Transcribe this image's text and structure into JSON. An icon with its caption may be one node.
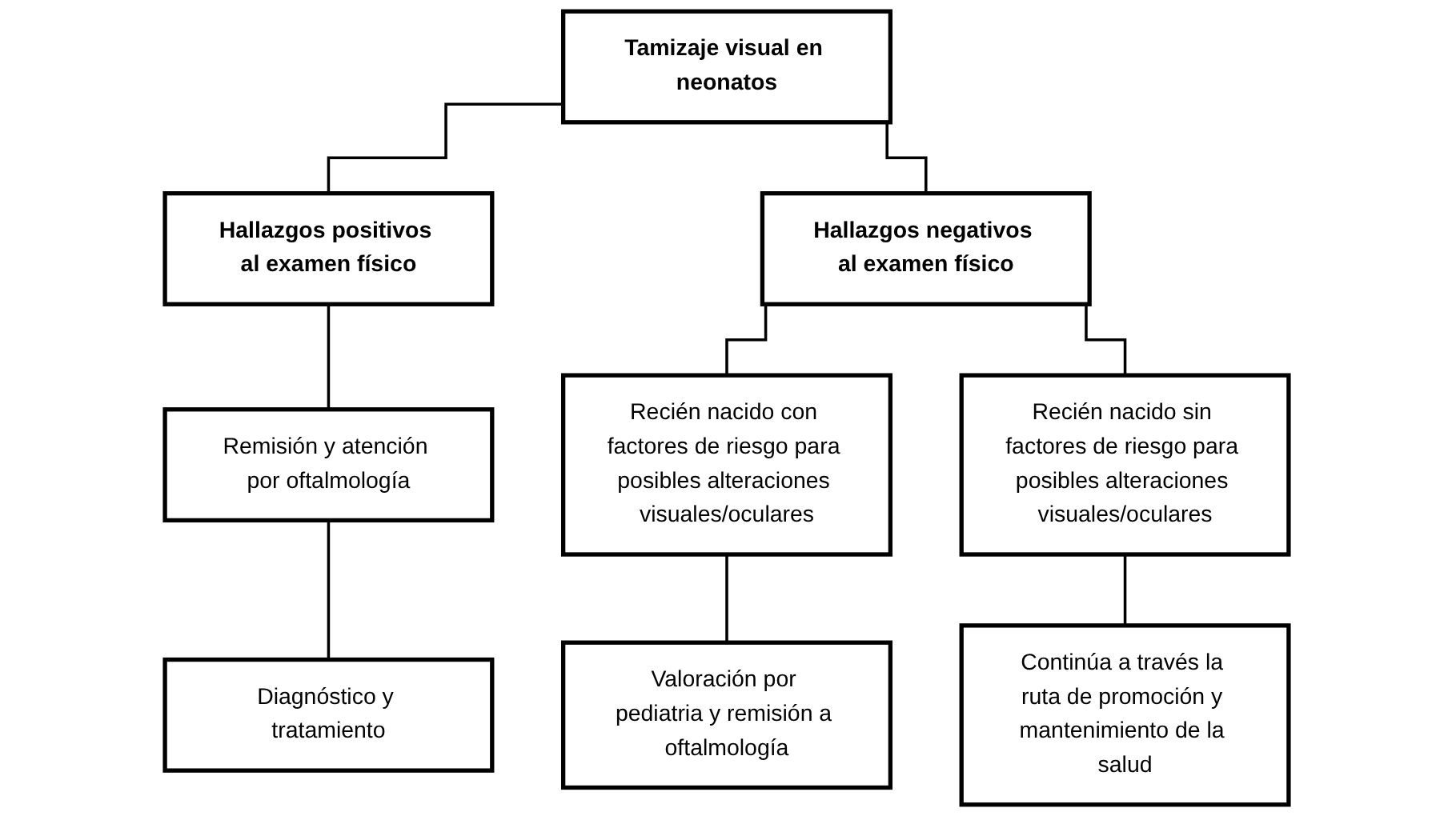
{
  "diagram": {
    "nodes": [
      {
        "text": [
          "Tamizaje visual en neonatos"
        ]
      },
      {
        "text": [
          "Hallazgos positivos al examen físico"
        ]
      },
      {
        "text": [
          "Hallazgos negativos al examen físico"
        ]
      },
      {
        "text": [
          "Remisión y atención por oftalmología"
        ]
      },
      {
        "text": [
          "Diagnóstico y tratamiento"
        ]
      },
      {
        "text": [
          "Recién nacido con factores de riesgo para posibles alteraciones visuales/oculares"
        ]
      },
      {
        "text": [
          "Recién nacido sin factores de riesgo para posibles alteraciones visuales/oculares"
        ]
      },
      {
        "text": [
          "Valoración por pediatria y remisión a oftalmología"
        ]
      },
      {
        "text": [
          "Continúa a través la ruta de promoción y mantenimiento de la salud"
        ]
      }
    ],
    "edges": [
      {
        "from": 0,
        "to": 1,
        "arrow": "none"
      },
      {
        "from": 0,
        "to": 2,
        "arrow": "none"
      },
      {
        "from": 1,
        "to": 3,
        "arrow": "none"
      },
      {
        "from": 3,
        "to": 4,
        "arrow": "none"
      },
      {
        "from": 2,
        "to": 5,
        "arrow": "none"
      },
      {
        "from": 2,
        "to": 6,
        "arrow": "none"
      },
      {
        "from": 5,
        "to": 7,
        "arrow": "none"
      },
      {
        "from": 6,
        "to": 8,
        "arrow": "none"
      }
    ]
  }
}
